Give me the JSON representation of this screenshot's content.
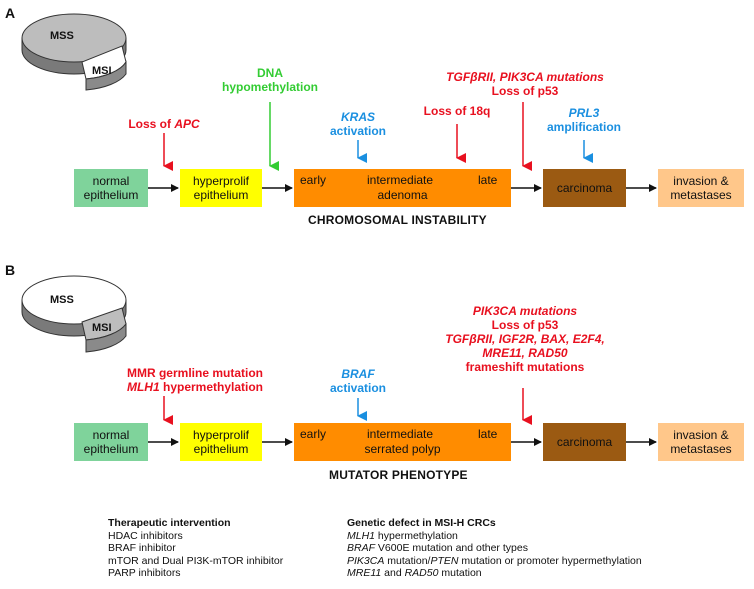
{
  "panel_a": {
    "letter": "A",
    "pie": {
      "big_label": "MSS",
      "small_label": "MSI"
    },
    "boxes": {
      "normal_1": "normal",
      "normal_2": "epithelium",
      "hyper_1": "hyperprolif",
      "hyper_2": "epithelium",
      "adenoma_early": "early",
      "adenoma_intermediate": "intermediate",
      "adenoma_late": "late",
      "adenoma_sub": "adenoma",
      "carcinoma": "carcinoma",
      "invasion_1": "invasion &",
      "invasion_2": "metastases"
    },
    "labels": {
      "loss_apc_prefix": "Loss of ",
      "loss_apc_gene": "APC",
      "dna_1": "DNA",
      "dna_2": "hypomethylation",
      "kras_gene": "KRAS",
      "kras_2": "activation",
      "loss18q": "Loss of 18q",
      "tgf_gene": "TGFβRII, PIK3CA mutations",
      "tgf_2": "Loss of p53",
      "prl3_gene": "PRL3",
      "prl3_2": "amplification"
    },
    "title": "CHROMOSOMAL INSTABILITY"
  },
  "panel_b": {
    "letter": "B",
    "pie": {
      "big_label": "MSS",
      "small_label": "MSI"
    },
    "boxes": {
      "normal_1": "normal",
      "normal_2": "epithelium",
      "hyper_1": "hyperprolif",
      "hyper_2": "epithelium",
      "polyp_early": "early",
      "polyp_intermediate": "intermediate",
      "polyp_late": "late",
      "polyp_sub": "serrated polyp",
      "carcinoma": "carcinoma",
      "invasion_1": "invasion &",
      "invasion_2": "metastases"
    },
    "labels": {
      "mmr": "MMR germline mutation",
      "mlh1_gene": "MLH1",
      "mlh1_rest": " hypermethylation",
      "braf_gene": "BRAF",
      "braf_2": "activation",
      "pik_1": "PIK3CA mutations",
      "pik_2": "Loss of p53",
      "pik_3": "TGFβRII, IGF2R, BAX, E2F4,",
      "pik_4": "MRE11, RAD50",
      "pik_5": "frameshift mutations"
    },
    "title": "MUTATOR PHENOTYPE"
  },
  "table": {
    "left_header": "Therapeutic intervention",
    "left_rows": [
      "HDAC inhibitors",
      "BRAF inhibitor",
      "mTOR and Dual PI3K-mTOR inhibitor",
      "PARP inhibitors"
    ],
    "right_header": "Genetic defect in MSI-H CRCs",
    "right_rows": [
      {
        "gene": "MLH1",
        "rest": " hypermethylation"
      },
      {
        "gene": "BRAF",
        "rest": " V600E mutation and other types"
      },
      {
        "gene": "PIK3CA",
        "rest": " mutation/",
        "gene2": "PTEN",
        "rest2": " mutation or promoter hypermethylation"
      },
      {
        "gene": "MRE11",
        "rest": " and ",
        "gene2": "RAD50",
        "rest2": " mutation"
      }
    ]
  },
  "colors": {
    "normal": "#7fd39b",
    "hyperprolif": "#ffff00",
    "adenoma": "#ff8c00",
    "carcinoma": "#9b5a12",
    "invasion": "#ffc78a",
    "red": "#e8101f",
    "blue": "#1a8fe0",
    "green": "#33cc33"
  }
}
